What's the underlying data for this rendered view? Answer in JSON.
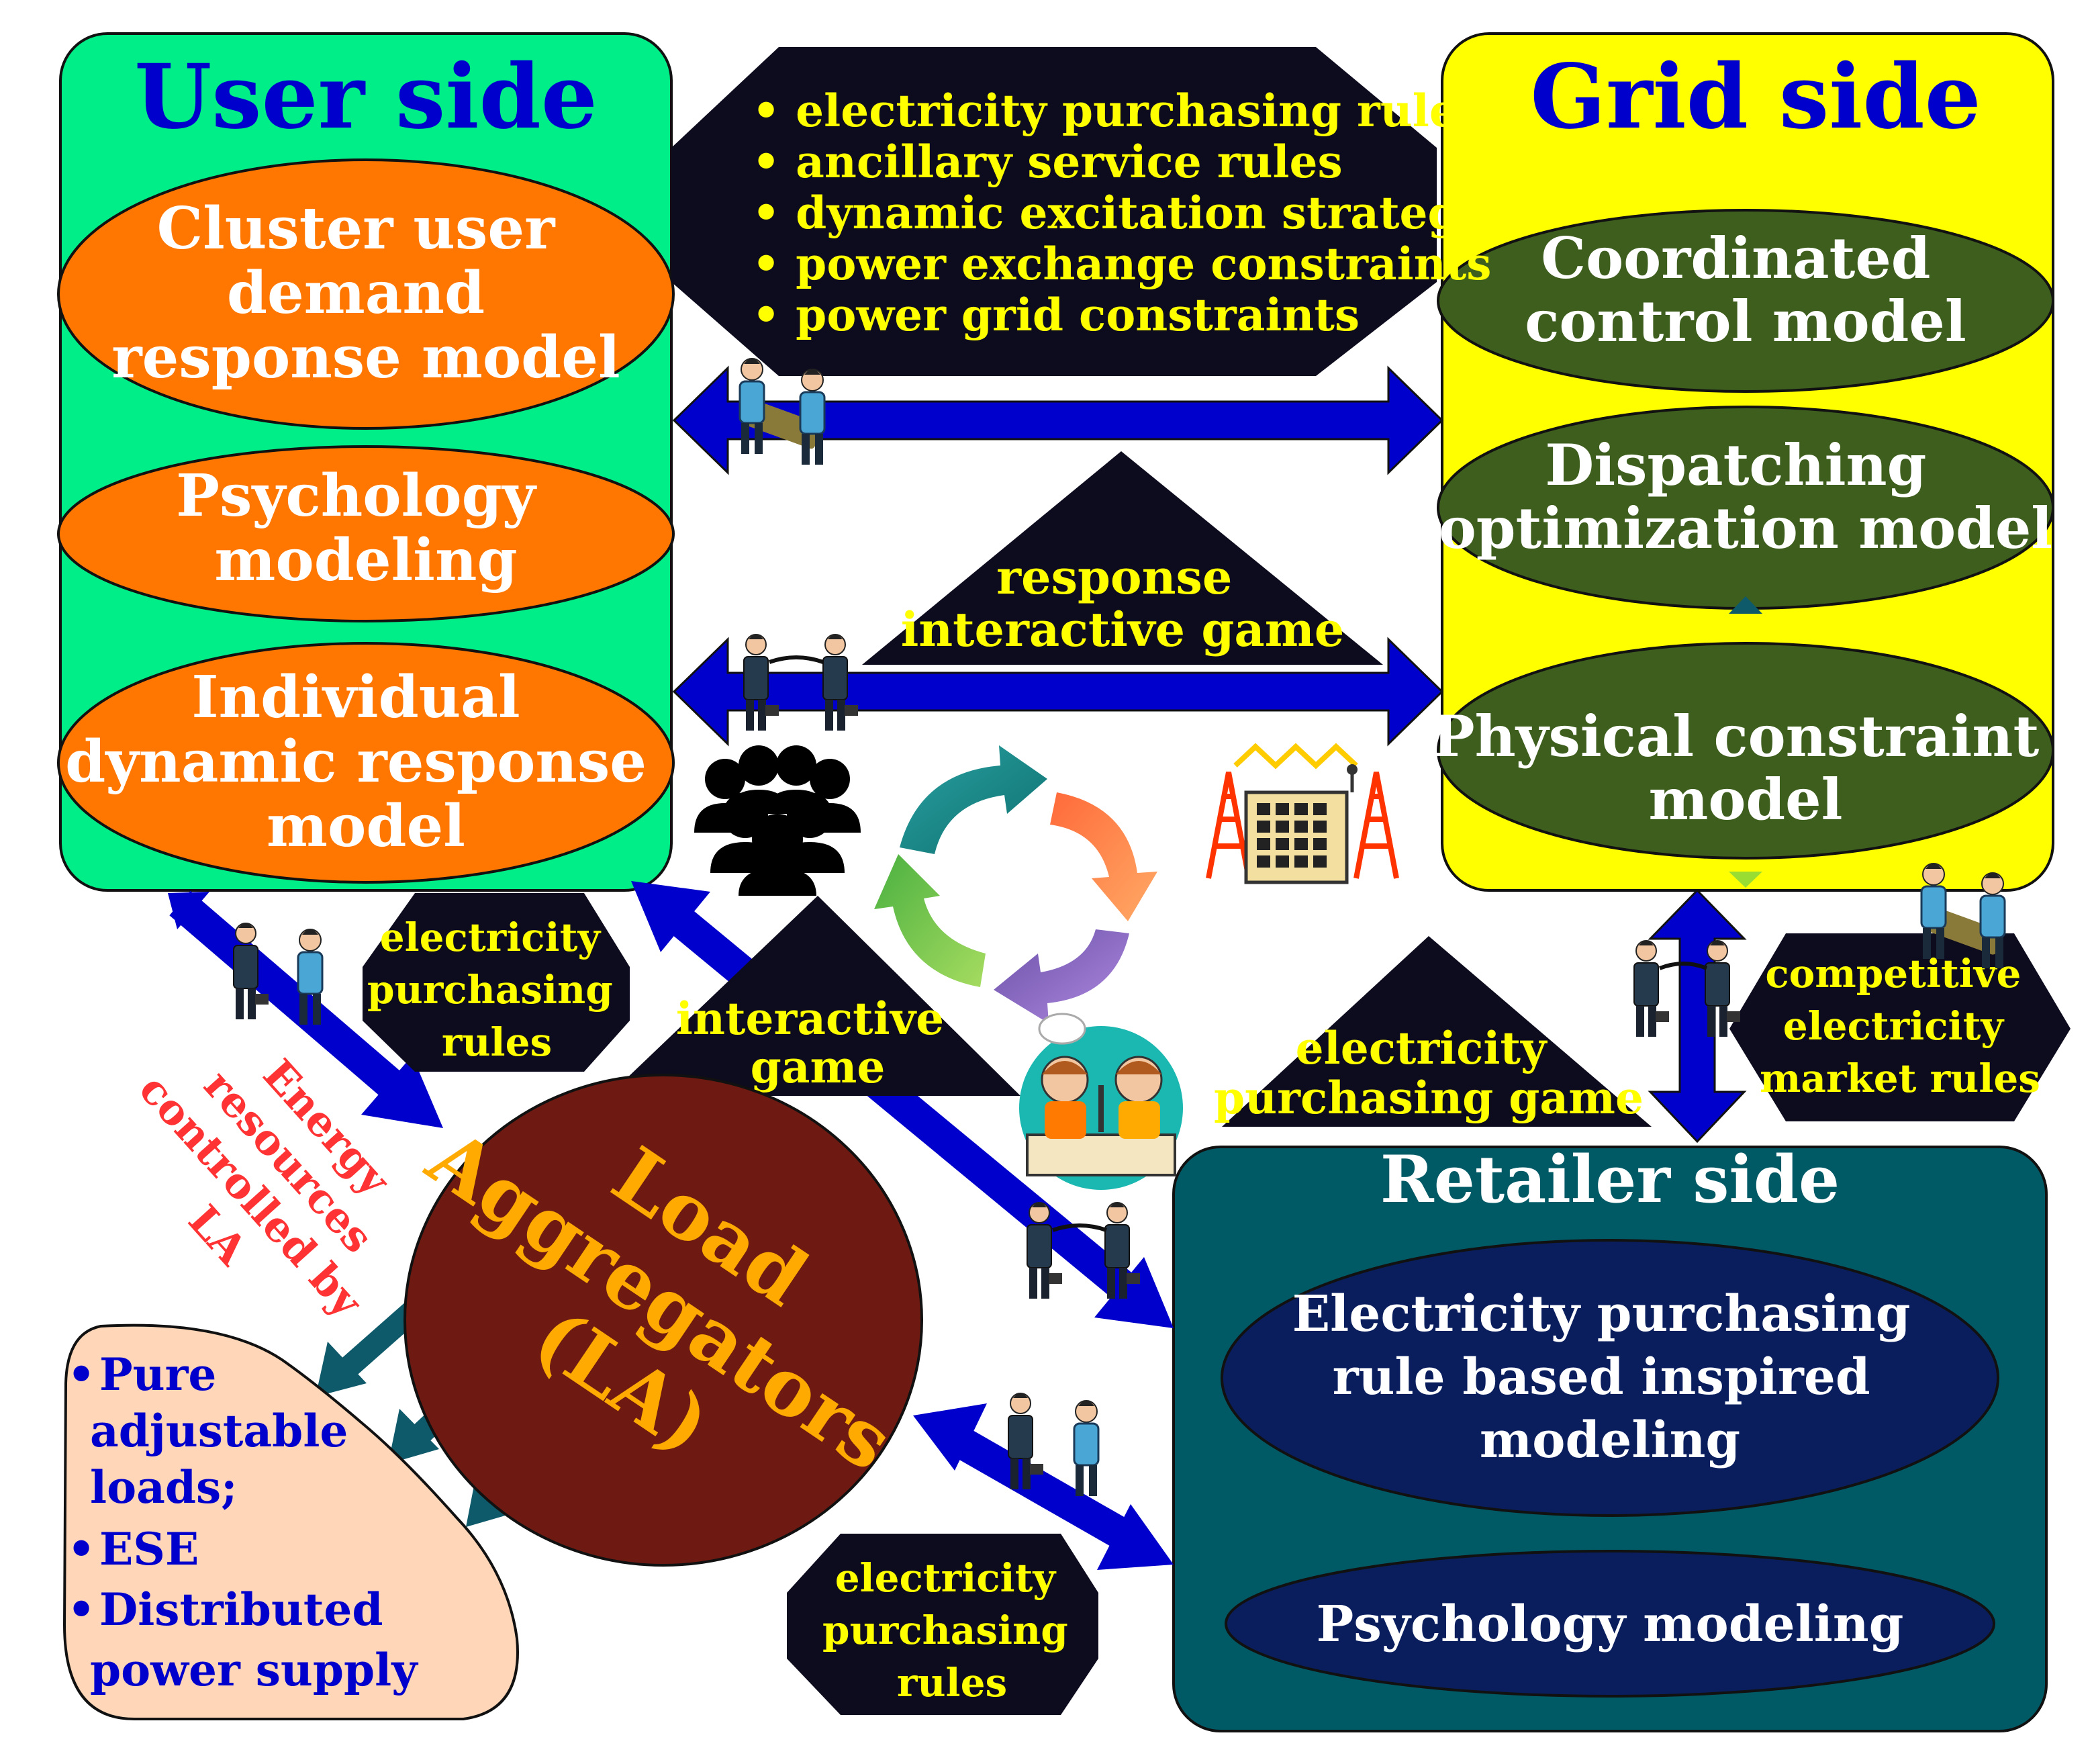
{
  "colors": {
    "user_panel": "#00ee88",
    "grid_panel": "#ffff00",
    "retailer_panel": "#005a66",
    "orange_ellipse": "#ff7700",
    "green_ellipse": "#3e5e1e",
    "navy_ellipse": "#0a1e5e",
    "la_ellipse": "#6e1a12",
    "la_text": "#ffaa00",
    "dark_block": "#0d0c1e",
    "yellow_text": "#ffff00",
    "blue_title": "#0000cc",
    "arrow_blue": "#0000cc",
    "arrow_teal": "#0e5a6a",
    "peach": "#ffd6b8",
    "red_label": "#ff3333"
  },
  "user_side": {
    "title": "User side",
    "models": [
      [
        "Cluster user",
        "demand",
        "response model"
      ],
      [
        "Psychology",
        "modeling"
      ],
      [
        "Individual",
        "dynamic response",
        "model"
      ]
    ]
  },
  "grid_side": {
    "title": "Grid side",
    "models": [
      [
        "Coordinated",
        "control model"
      ],
      [
        "Dispatching",
        "optimization model"
      ],
      [
        "Physical constraint",
        "model"
      ]
    ]
  },
  "retailer_side": {
    "title": "Retailer side",
    "models": [
      [
        "Electricity purchasing",
        "rule based inspired",
        "modeling"
      ],
      [
        "Psychology modeling"
      ]
    ]
  },
  "top_rules": [
    "electricity purchasing rules",
    "ancillary service rules",
    "dynamic excitation strategies",
    "power exchange constraints",
    "power grid constraints"
  ],
  "response_game": [
    "response",
    "interactive game"
  ],
  "interactive_game": [
    "interactive",
    "game"
  ],
  "purchasing_game": [
    "electricity",
    "purchasing game"
  ],
  "user_la_rules": [
    "electricity",
    "purchasing",
    "rules"
  ],
  "la_retailer_rules": [
    "electricity",
    "purchasing",
    "rules"
  ],
  "market_rules": [
    "competitive",
    "electricity",
    "market rules"
  ],
  "load_aggregator": [
    "Load",
    "Aggregators",
    "(LA)"
  ],
  "energy_label": [
    "Energy",
    "resources",
    "controlled by",
    "LA"
  ],
  "resources": [
    [
      "Pure",
      "adjustable",
      "loads;"
    ],
    [
      "ESE"
    ],
    [
      "Distributed",
      "power supply"
    ]
  ]
}
